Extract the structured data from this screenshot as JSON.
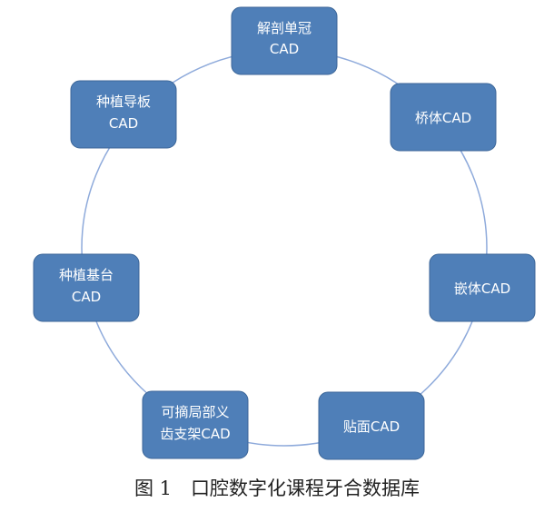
{
  "diagram": {
    "nodes": [
      {
        "id": "anatomic-crown",
        "lines": [
          "解剖单冠",
          "CAD"
        ]
      },
      {
        "id": "bridge",
        "lines": [
          "桥体CAD"
        ]
      },
      {
        "id": "inlay",
        "lines": [
          "嵌体CAD"
        ]
      },
      {
        "id": "veneer",
        "lines": [
          "贴面CAD"
        ]
      },
      {
        "id": "rpd-framework",
        "lines": [
          "可摘局部义",
          "齿支架CAD"
        ]
      },
      {
        "id": "implant-abutment",
        "lines": [
          "种植基台",
          "CAD"
        ]
      },
      {
        "id": "implant-guide",
        "lines": [
          "种植导板",
          "CAD"
        ]
      }
    ],
    "caption": "图 1　口腔数字化课程牙合数据库"
  },
  "colors": {
    "node_fill": "#4f7fb8",
    "node_border": "#3c6698",
    "ring": "#8eaadb",
    "node_text": "#ffffff",
    "caption_text": "#222222"
  }
}
